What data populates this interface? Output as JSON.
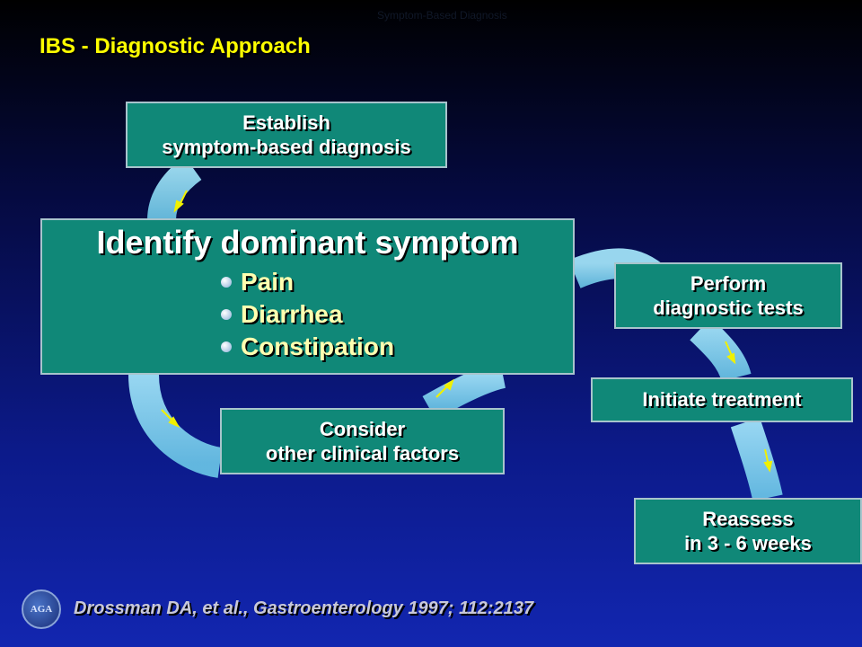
{
  "slide": {
    "title": "IBS - Diagnostic Approach",
    "header_faint": "Symptom-Based Diagnosis"
  },
  "boxes": {
    "establish": [
      "Establish",
      "symptom-based diagnosis"
    ],
    "identify_title": "Identify dominant symptom",
    "symptoms": [
      "Pain",
      "Diarrhea",
      "Constipation"
    ],
    "perform": [
      "Perform",
      "diagnostic tests"
    ],
    "initiate": "Initiate treatment",
    "reassess": [
      "Reassess",
      "in 3 - 6 weeks"
    ],
    "consider": [
      "Consider",
      "other clinical factors"
    ]
  },
  "citation": "Drossman DA, et al., Gastroenterology 1997; 112:2137",
  "logo": {
    "icon": "aga-logo-icon",
    "text": "AGA"
  },
  "colors": {
    "title": "#ffff00",
    "box_fill": "#108878",
    "box_border": "#a8c4cc",
    "arrow_band": "#8edcf0",
    "arrow_head": "#f0f000",
    "symptom_text": "#ffffb0"
  }
}
